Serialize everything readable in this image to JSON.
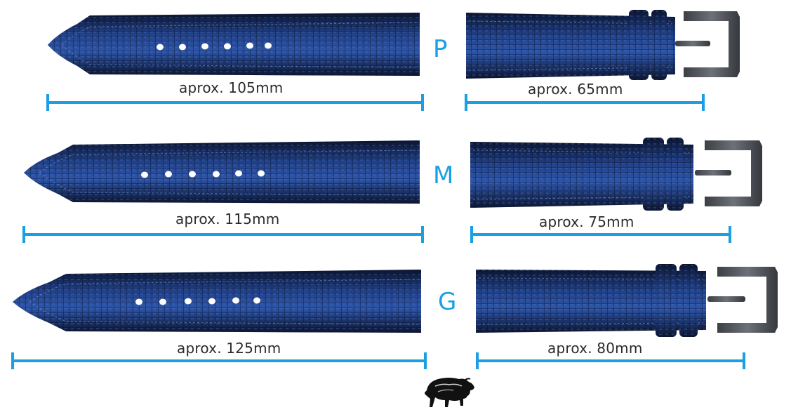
{
  "sizes": [
    {
      "letter": "P",
      "long_label": "aprox. 105mm",
      "short_label": "aprox. 65mm"
    },
    {
      "letter": "M",
      "long_label": "aprox. 115mm",
      "short_label": "aprox. 75mm"
    },
    {
      "letter": "G",
      "long_label": "aprox. 125mm",
      "short_label": "aprox. 80mm"
    }
  ],
  "colors": {
    "accent": "#1aa0e2",
    "leather_dark": "#0e1a3a",
    "leather_mid": "#1c3a7a",
    "leather_light": "#3c64b8",
    "buckle": "#55585e",
    "text": "#2b2b2b"
  },
  "icons": {
    "logo": "bison-icon"
  }
}
